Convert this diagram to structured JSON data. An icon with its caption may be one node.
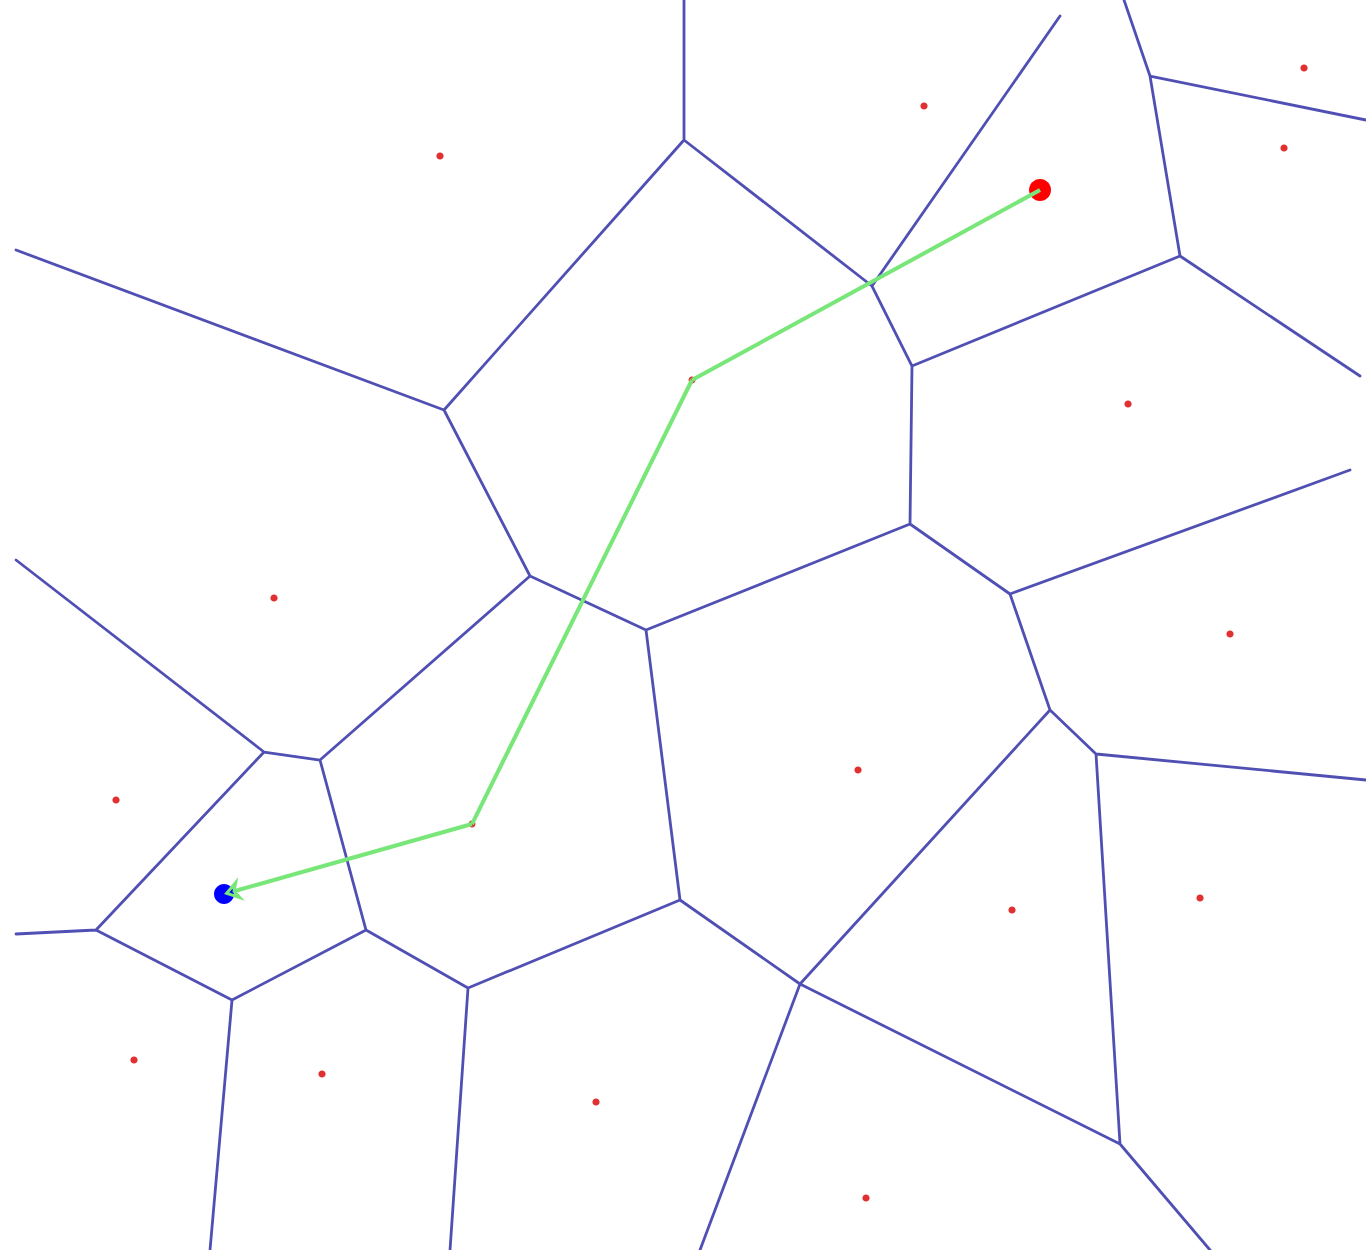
{
  "diagram": {
    "nodes": [
      {
        "text": [],
        "shape": "circle"
      },
      {
        "text": [],
        "shape": "circle"
      },
      {
        "text": [],
        "shape": "circle"
      },
      {
        "text": [],
        "shape": "circle"
      }
    ],
    "edges": [
      {
        "from": 0,
        "to": 1,
        "arrow": "none"
      },
      {
        "from": 1,
        "to": 2,
        "arrow": "none"
      },
      {
        "from": 2,
        "to": 3,
        "arrow": "to"
      }
    ]
  }
}
